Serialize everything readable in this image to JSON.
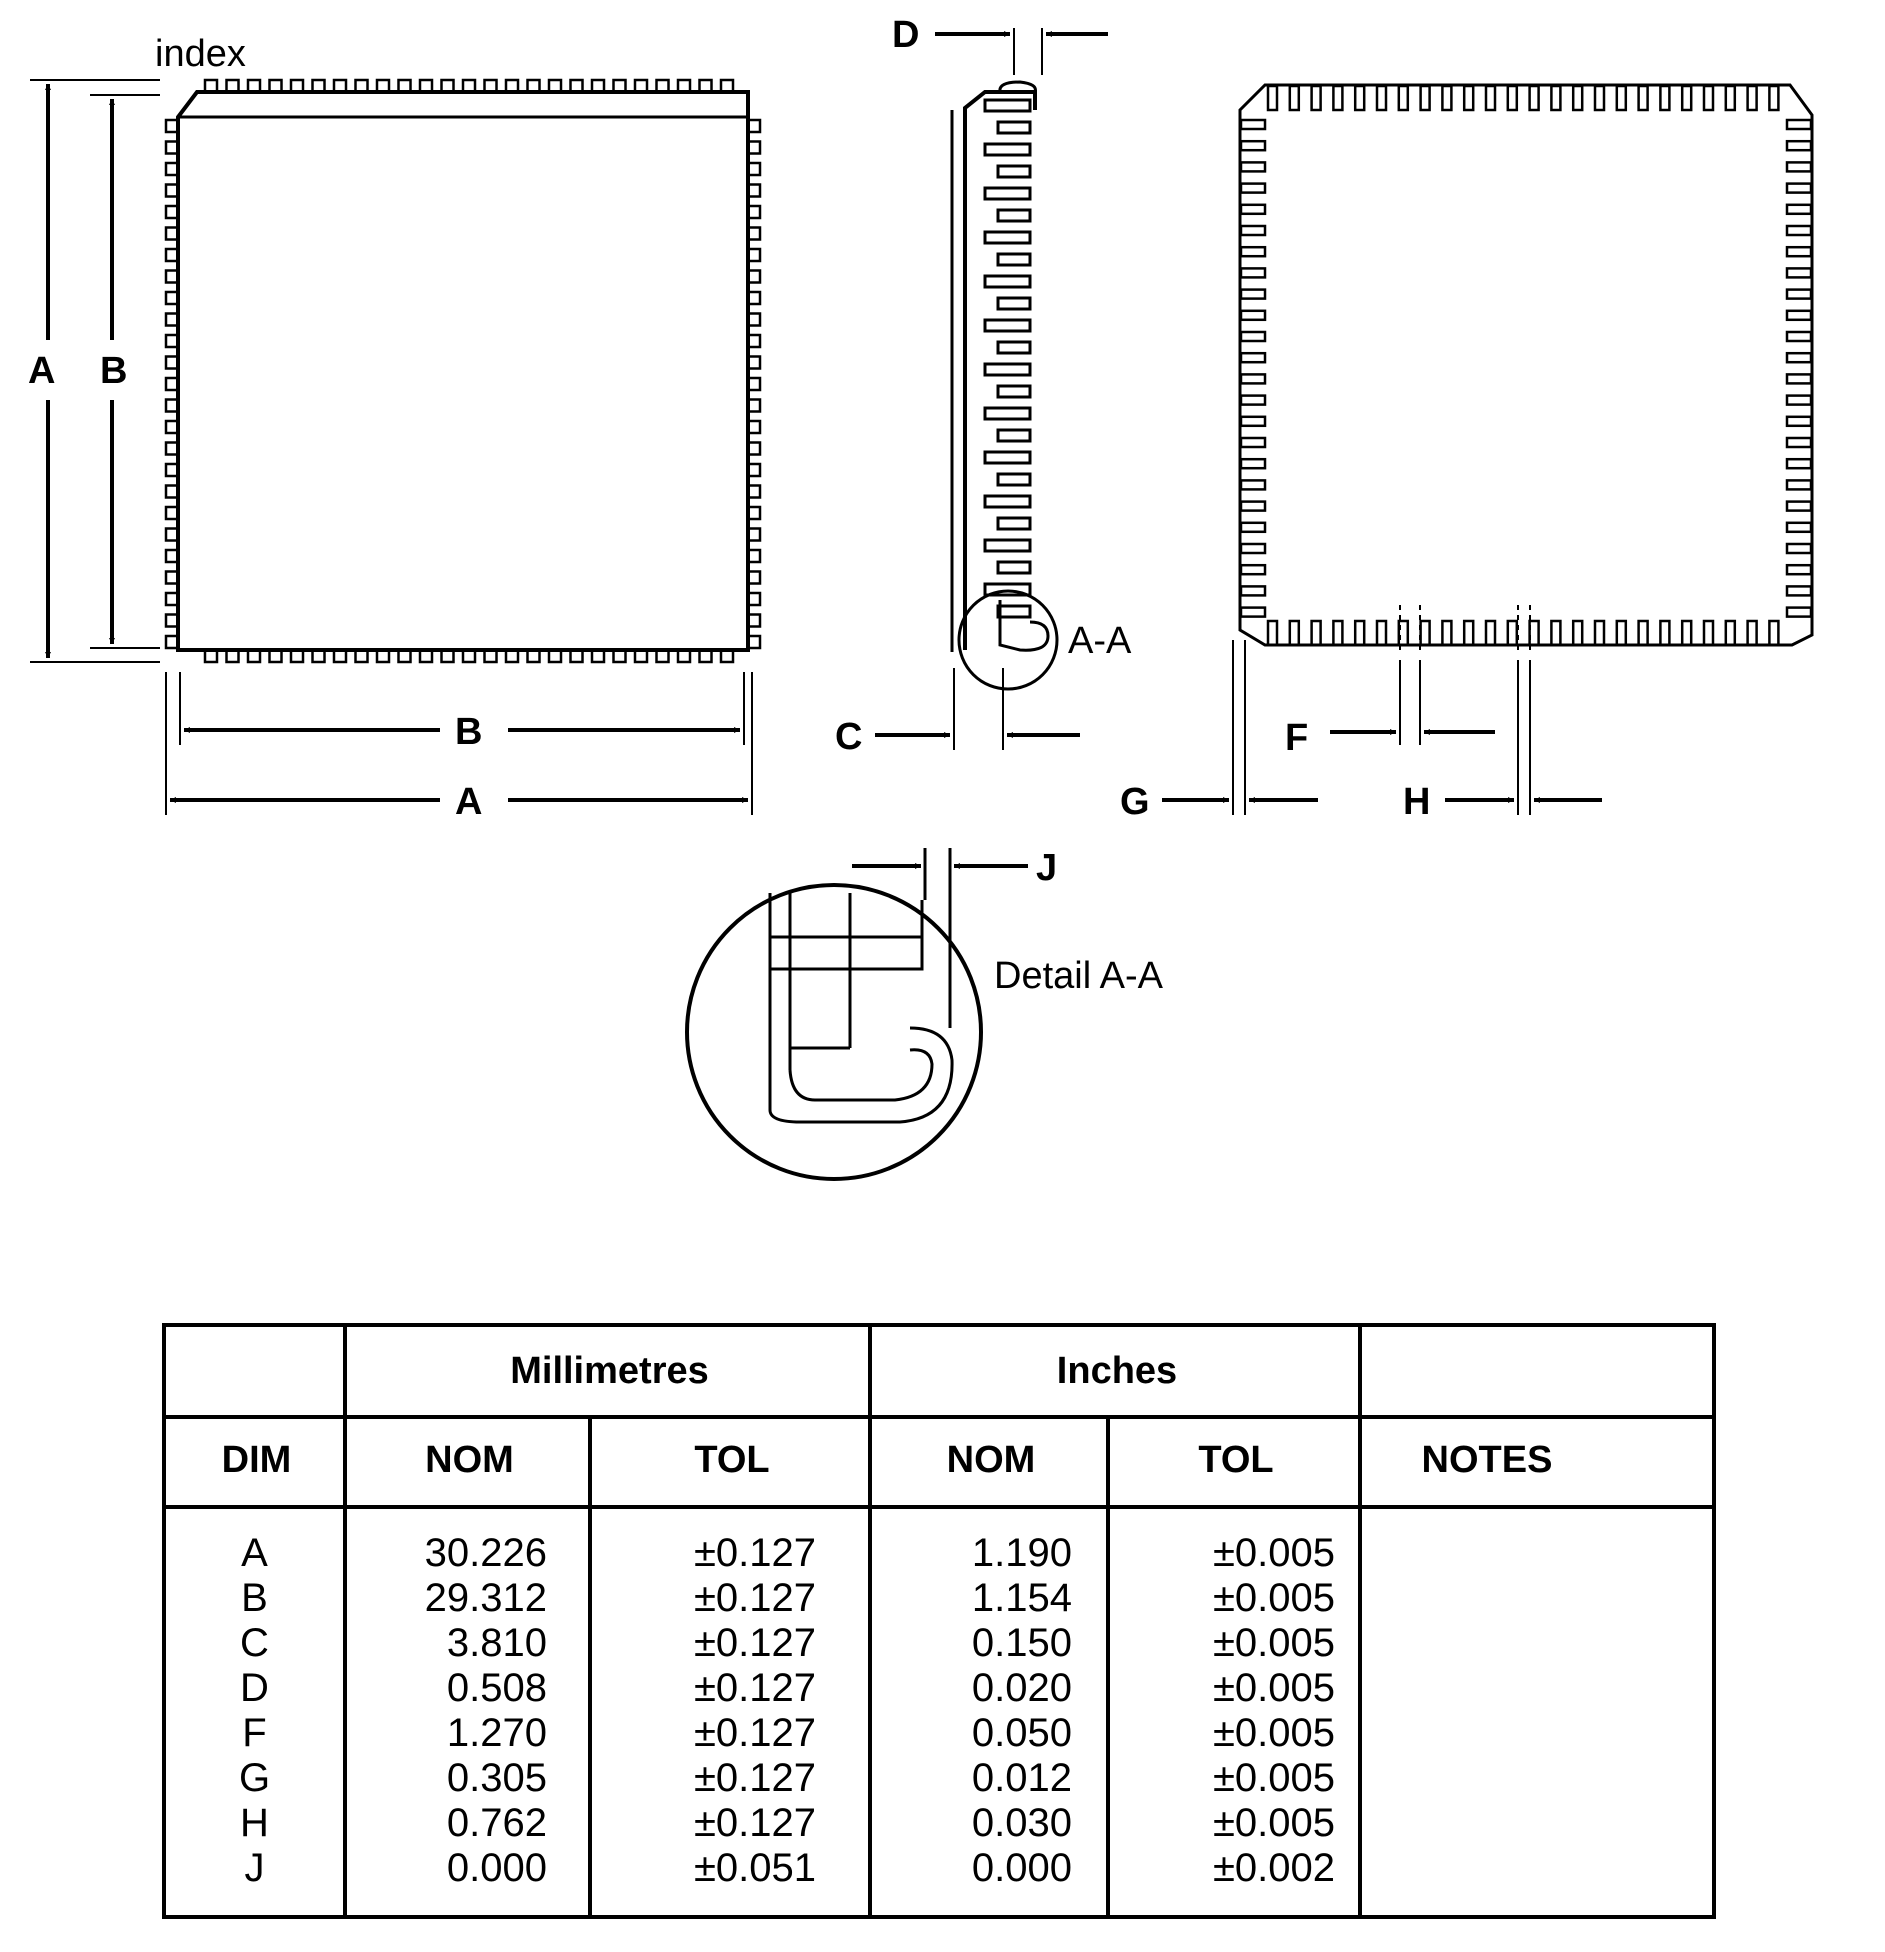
{
  "labels": {
    "index": "index",
    "A": "A",
    "B": "B",
    "C": "C",
    "D": "D",
    "F": "F",
    "G": "G",
    "H": "H",
    "J": "J",
    "section": "A-A",
    "detail": "Detail A-A"
  },
  "table": {
    "group_headers": {
      "mm": "Millimetres",
      "inch": "Inches"
    },
    "col_headers": {
      "dim": "DIM",
      "mm_nom": "NOM",
      "mm_tol": "TOL",
      "in_nom": "NOM",
      "in_tol": "TOL",
      "notes": "NOTES"
    },
    "rows": [
      {
        "dim": "A",
        "mm_nom": "30.226",
        "mm_tol": "±0.127",
        "in_nom": "1.190",
        "in_tol": "±0.005"
      },
      {
        "dim": "B",
        "mm_nom": "29.312",
        "mm_tol": "±0.127",
        "in_nom": "1.154",
        "in_tol": "±0.005"
      },
      {
        "dim": "C",
        "mm_nom": "3.810",
        "mm_tol": "±0.127",
        "in_nom": "0.150",
        "in_tol": "±0.005"
      },
      {
        "dim": "D",
        "mm_nom": "0.508",
        "mm_tol": "±0.127",
        "in_nom": "0.020",
        "in_tol": "±0.005"
      },
      {
        "dim": "F",
        "mm_nom": "1.270",
        "mm_tol": "±0.127",
        "in_nom": "0.050",
        "in_tol": "±0.005"
      },
      {
        "dim": "G",
        "mm_nom": "0.305",
        "mm_tol": "±0.127",
        "in_nom": "0.012",
        "in_tol": "±0.005"
      },
      {
        "dim": "H",
        "mm_nom": "0.762",
        "mm_tol": "±0.127",
        "in_nom": "0.030",
        "in_tol": "±0.005"
      },
      {
        "dim": "J",
        "mm_nom": "0.000",
        "mm_tol": "±0.051",
        "in_nom": "0.000",
        "in_tol": "±0.002"
      }
    ]
  }
}
